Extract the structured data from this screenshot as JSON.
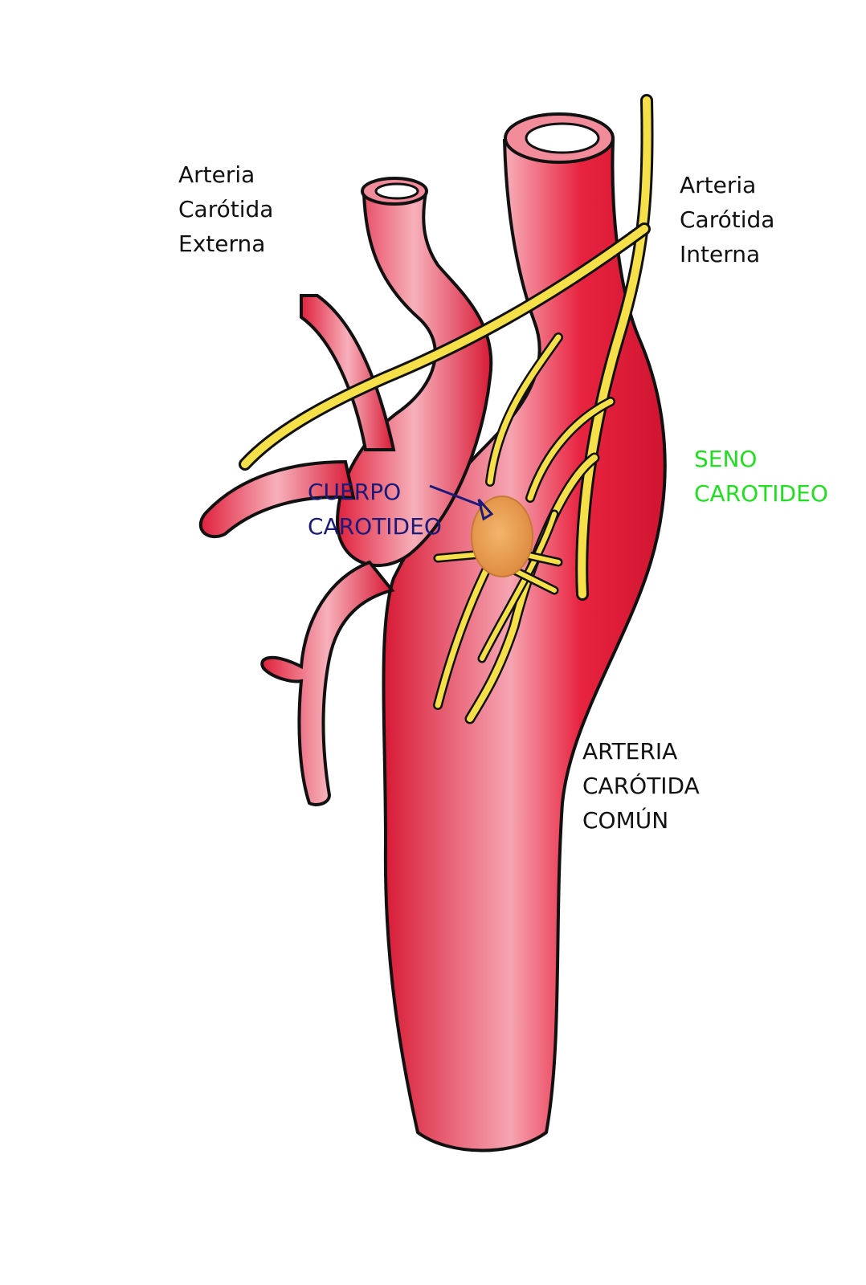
{
  "labels": {
    "external_carotid": "Arteria\nCarótida\nExterna",
    "internal_carotid": "Arteria\nCarótida\nInterna",
    "carotid_sinus": "SENO\nCAROTIDEO",
    "carotid_body": "CUERPO\nCAROTIDEO",
    "common_carotid": "ARTERIA\nCARÓTIDA\nCOMÚN"
  },
  "colors": {
    "artery_fill": "#e8233f",
    "artery_highlight": "#f7a4b1",
    "outline": "#111111",
    "nerve": "#f5e04a",
    "carotid_body": "#e8a251",
    "carotid_sinus_label": "#22dd22",
    "carotid_body_label": "#1a1a7a",
    "black_label": "#111111"
  }
}
